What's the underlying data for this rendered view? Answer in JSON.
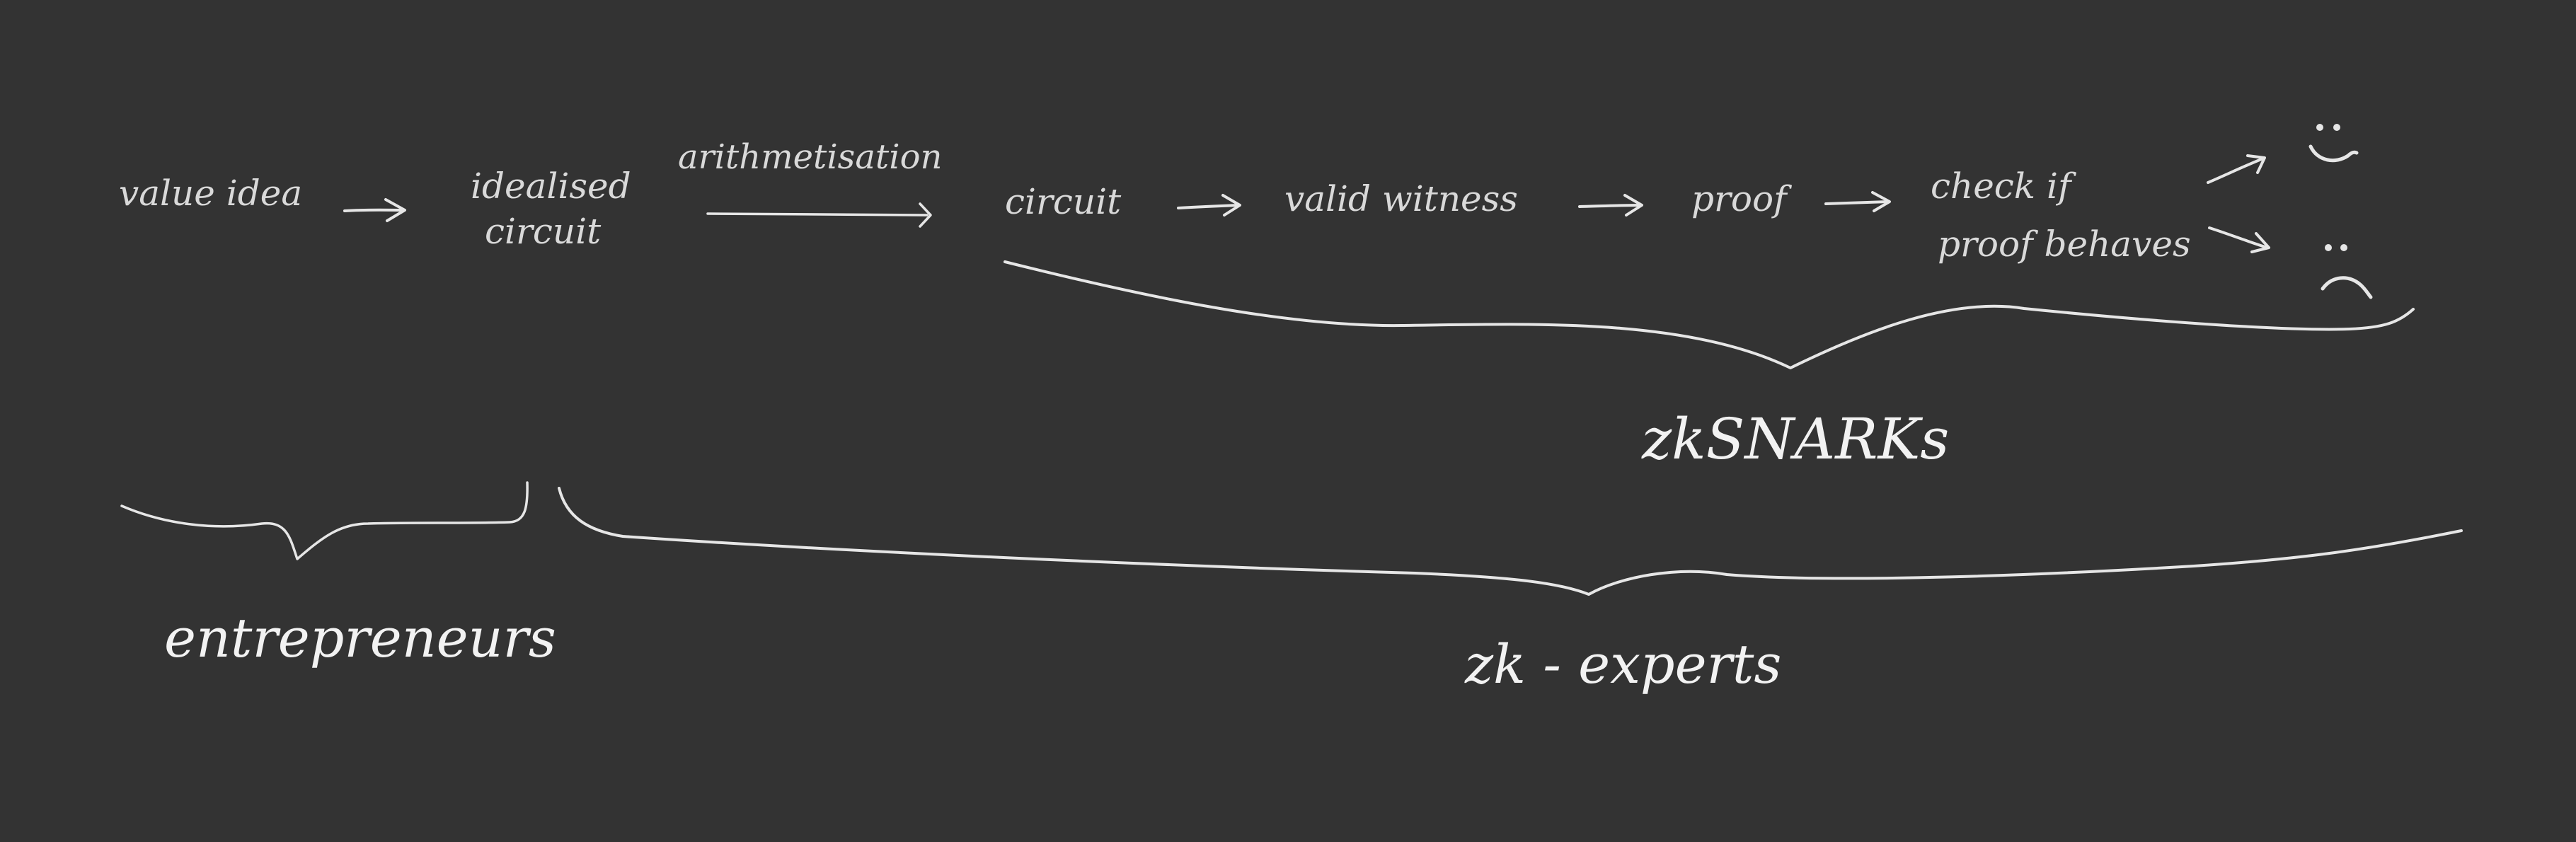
{
  "flow": {
    "value_idea": "value idea",
    "idealised_line1": "idealised",
    "idealised_line2": "circuit",
    "arithmetisation": "arithmetisation",
    "circuit": "circuit",
    "valid_witness": "valid witness",
    "proof": "proof",
    "check_line1": "check if",
    "check_line2": "proof behaves"
  },
  "groups": {
    "zksnarks": "zkSNARKs",
    "entrepreneurs": "entrepreneurs",
    "zk_experts": "zk - experts"
  },
  "outcomes": {
    "happy_icon": "happy-face-icon",
    "sad_icon": "sad-face-icon"
  },
  "colors": {
    "background": "#333333",
    "ink": "#e6e6e6"
  }
}
